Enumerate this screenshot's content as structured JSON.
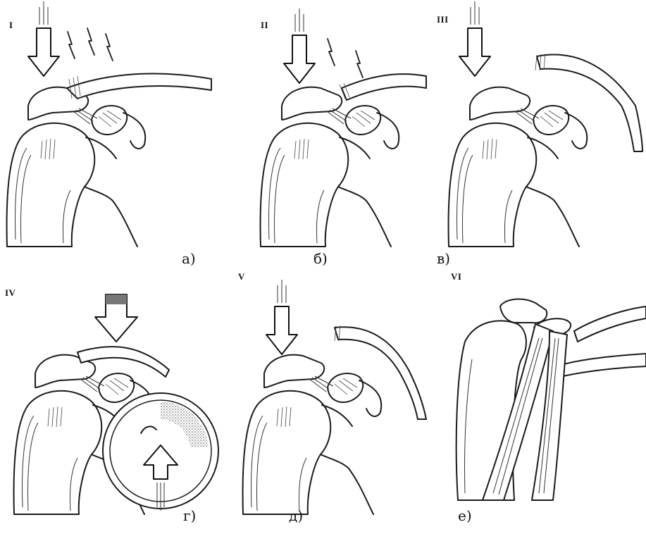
{
  "panels": [
    {
      "roman": "I",
      "caption": "а)"
    },
    {
      "roman": "II",
      "caption": "б)"
    },
    {
      "roman": "III",
      "caption": "в)"
    },
    {
      "roman": "IV",
      "caption": "г)"
    },
    {
      "roman": "V",
      "caption": "д)"
    },
    {
      "roman": "VI",
      "caption": "е)"
    }
  ]
}
